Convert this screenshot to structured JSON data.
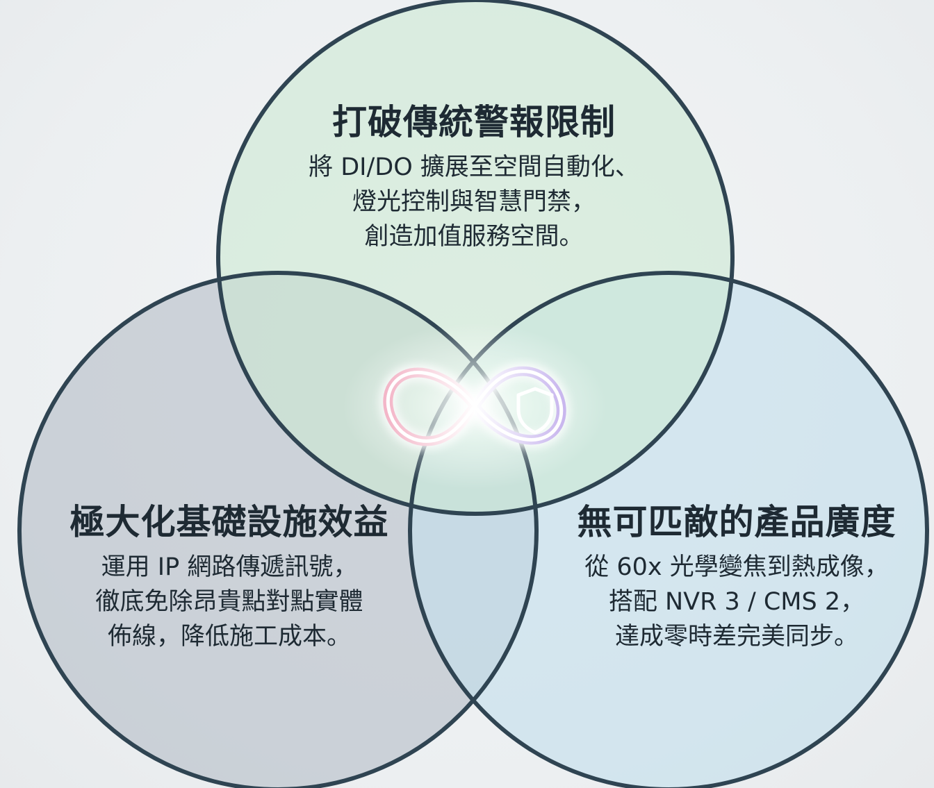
{
  "diagram": {
    "center_icon": "infinity-shield-icon",
    "colors": {
      "top_circle": "#cbe9d3",
      "left_circle": "#b7bec8",
      "right_circle": "#c4dfeb",
      "outline": "#2f4452",
      "text": "#1e2a33",
      "background": "#eef1f3"
    },
    "circles": [
      {
        "id": "top",
        "title": "打破傳統警報限制",
        "lines": [
          "將 DI/DO 擴展至空間自動化、",
          "燈光控制與智慧門禁，",
          "創造加值服務空間。"
        ]
      },
      {
        "id": "left",
        "title": "極大化基礎設施效益",
        "lines": [
          "運用 IP 網路傳遞訊號，",
          "徹底免除昂貴點對點實體",
          "佈線，降低施工成本。"
        ]
      },
      {
        "id": "right",
        "title": "無可匹敵的產品廣度",
        "lines": [
          "從 60x 光學變焦到熱成像，",
          "搭配 NVR 3 / CMS 2，",
          "達成零時差完美同步。"
        ]
      }
    ]
  }
}
